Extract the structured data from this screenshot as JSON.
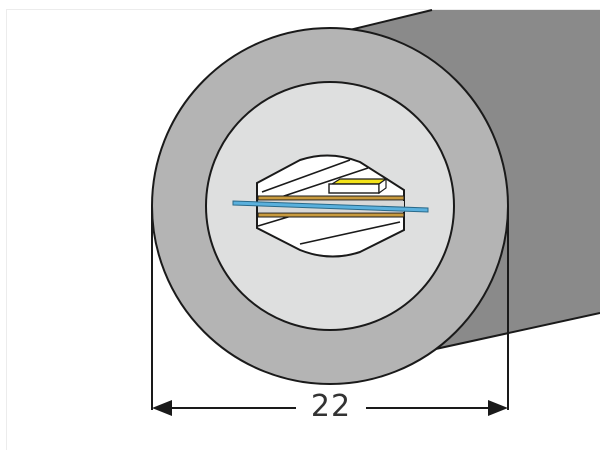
{
  "diagram": {
    "subject": "LED neon flex tube cross-section",
    "dimension": {
      "label": "22",
      "orientation": "horizontal",
      "spans": "outer diameter"
    },
    "parts": [
      {
        "name": "tube-body",
        "color": "#8a8a8a"
      },
      {
        "name": "outer-jacket-ring",
        "color": "#b4b4b4"
      },
      {
        "name": "inner-diffuser-disc",
        "color": "#dedfdf"
      },
      {
        "name": "led-housing",
        "color": "#ffffff"
      },
      {
        "name": "pcb-strip",
        "color": "#c89a3e"
      },
      {
        "name": "copper-wire",
        "color": "#5ab0dd"
      },
      {
        "name": "led-chip",
        "color": "#f3e21a"
      }
    ],
    "colors": {
      "outline": "#1a1a1a",
      "dimension_line": "#1a1a1a",
      "background": "#ffffff",
      "frame": "#ececec"
    }
  }
}
